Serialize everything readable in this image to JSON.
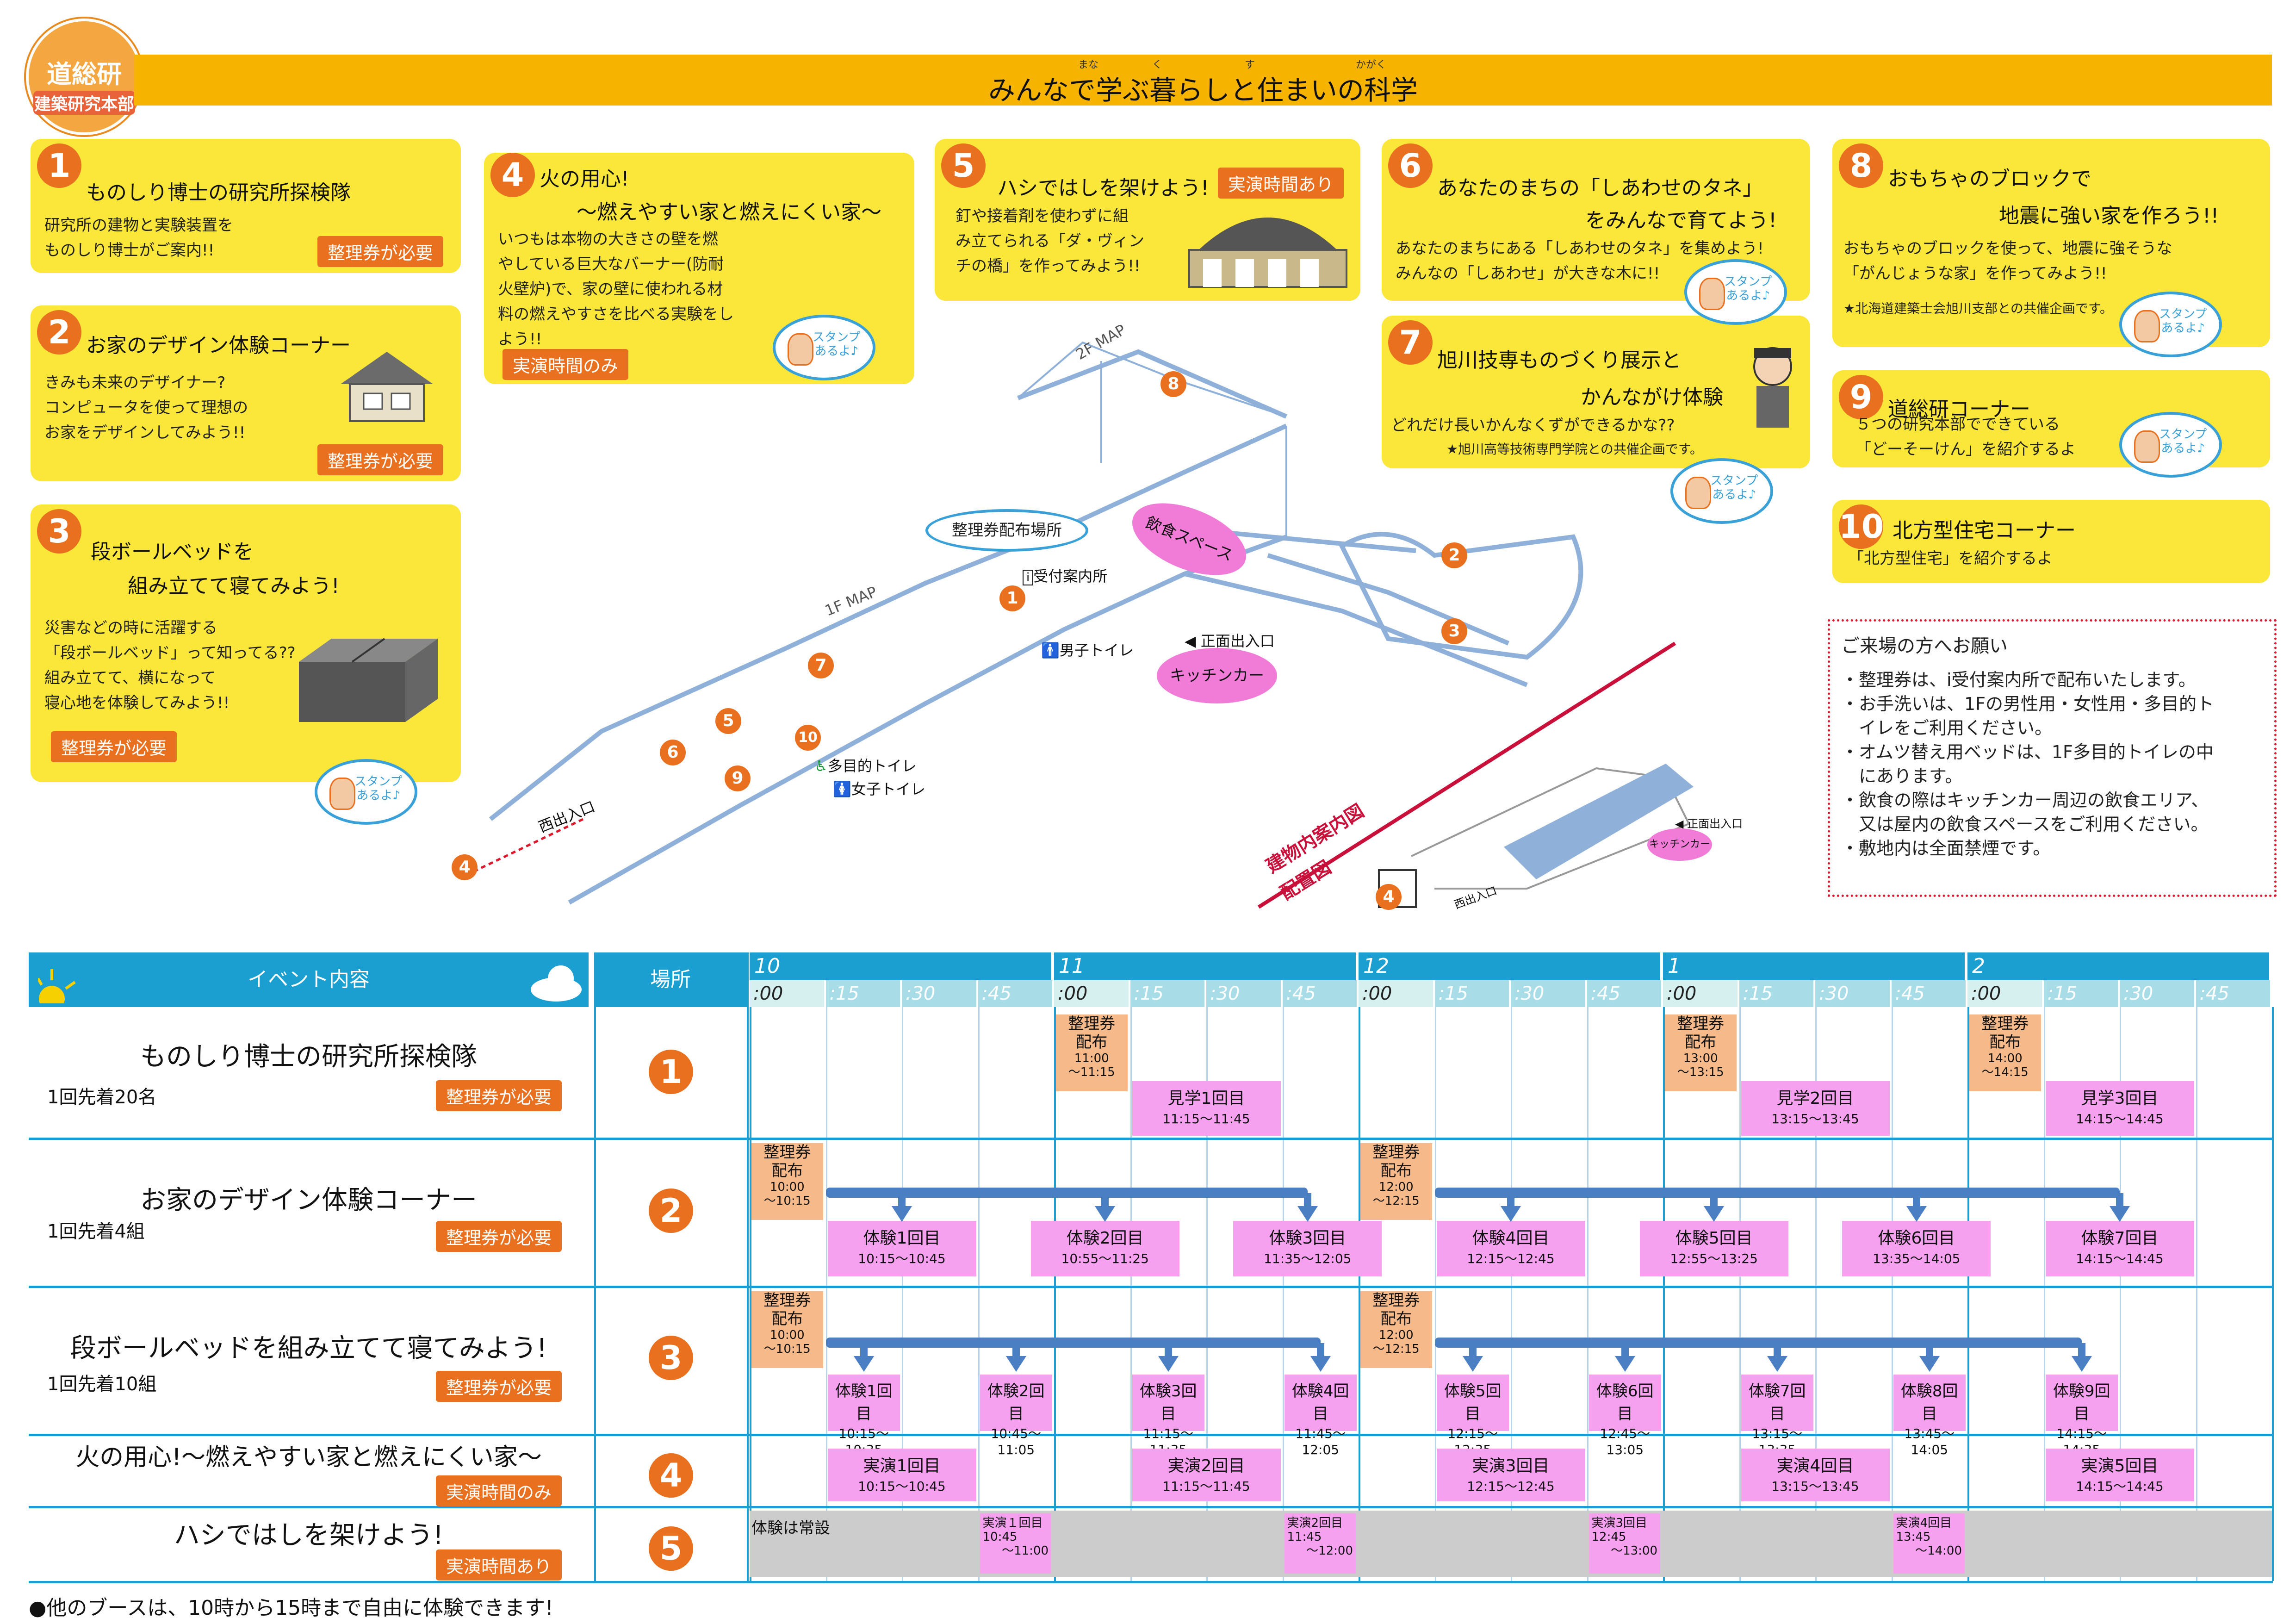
{
  "logo": {
    "main": "道総研",
    "sub": "建築研究本部"
  },
  "header": {
    "title": "みんなで学ぶ暮らしと住まいの科学",
    "ruby": [
      "まな",
      "く",
      "す",
      "かがく"
    ]
  },
  "booths": [
    {
      "n": "1",
      "title": "ものしり博士の研究所探検隊",
      "desc": [
        "研究所の建物と実験装置を",
        "ものしり博士がご案内!!"
      ],
      "tag": "整理券が必要"
    },
    {
      "n": "2",
      "title": "お家のデザイン体験コーナー",
      "desc": [
        "きみも未来のデザイナー?",
        "コンピュータを使って理想の",
        "お家をデザインしてみよう!!"
      ],
      "tag": "整理券が必要"
    },
    {
      "n": "3",
      "title1": "段ボールベッドを",
      "title2": "組み立てて寝てみよう!",
      "desc": [
        "災害などの時に活躍する",
        "「段ボールベッド」って知ってる??",
        "組み立てて、横になって",
        "寝心地を体験してみよう!!"
      ],
      "tag": "整理券が必要"
    },
    {
      "n": "4",
      "title1": "火の用心!",
      "title2": "～燃えやすい家と燃えにくい家～",
      "desc": [
        "いつもは本物の大きさの壁を燃",
        "やしている巨大なバーナー(防耐",
        "火壁炉)で、家の壁に使われる材",
        "料の燃えやすさを比べる実験をし",
        "よう!!"
      ],
      "tag": "実演時間のみ"
    },
    {
      "n": "5",
      "title": "ハシではしを架けよう!",
      "desc": [
        "釘や接着剤を使わずに組",
        "み立てられる「ダ・ヴィン",
        "チの橋」を作ってみよう!!"
      ],
      "tag": "実演時間あり"
    },
    {
      "n": "6",
      "title1": "あなたのまちの「しあわせのタネ」",
      "title2": "をみんなで育てよう!",
      "desc": [
        "あなたのまちにある「しあわせのタネ」を集めよう!",
        "みんなの「しあわせ」が大きな木に!!"
      ]
    },
    {
      "n": "7",
      "title1": "旭川技専ものづくり展示と",
      "title2": "かんながけ体験",
      "desc": [
        "どれだけ長いかんなくずができるかな??"
      ],
      "note": "★旭川高等技術専門学院との共催企画です。"
    },
    {
      "n": "8",
      "title1": "おもちゃのブロックで",
      "title2": "地震に強い家を作ろう!!",
      "desc": [
        "おもちゃのブロックを使って、地震に強そうな",
        "「がんじょうな家」を作ってみよう!!"
      ],
      "note": "★北海道建築士会旭川支部との共催企画です。"
    },
    {
      "n": "9",
      "title": "道総研コーナー",
      "desc": [
        "５つの研究本部でできている",
        "「どーそーけん」を紹介するよ"
      ]
    },
    {
      "n": "10",
      "title": "北方型住宅コーナー",
      "desc": [
        "「北方型住宅」を紹介するよ"
      ]
    }
  ],
  "stamp": {
    "line1": "スタンプ",
    "line2": "あるよ♪"
  },
  "map": {
    "label_1f": "1F MAP",
    "label_2f": "2F MAP",
    "ticket_place": "整理券配布場所",
    "reception": "受付案内所",
    "mens": "男子トイレ",
    "multi": "多目的トイレ",
    "womens": "女子トイレ",
    "front": "正面出入口",
    "west": "西出入口",
    "kitchen": "キッチンカー",
    "eating": "飲食スペース",
    "site_title1": "建物内案内図",
    "site_title2": "配置図",
    "site_front": "正面出入口",
    "site_west": "西出入口",
    "site_kitchen": "キッチンカー",
    "icon_info": "i"
  },
  "notice": {
    "heading": "ご来場の方へお願い",
    "items": [
      "・整理券は、i受付案内所で配布いたします。",
      "・お手洗いは、1Fの男性用・女性用・多目的ト",
      "　イレをご利用ください。",
      "・オムツ替え用ベッドは、1F多目的トイレの中",
      "　にあります。",
      "・飲食の際はキッチンカー周辺の飲食エリア、",
      "　又は屋内の飲食スペースをご利用ください。",
      "・敷地内は全面禁煙です。"
    ]
  },
  "schedule": {
    "col_event": "イベント内容",
    "col_place": "場所",
    "hours": [
      "10",
      "11",
      "12",
      "1",
      "2"
    ],
    "quarters": [
      ":00",
      ":15",
      ":30",
      ":45"
    ],
    "rows": [
      {
        "name": "ものしり博士の研究所探検隊",
        "cap": "1回先着20名",
        "tag": "整理券が必要",
        "place": "1"
      },
      {
        "name": "お家のデザイン体験コーナー",
        "cap": "1回先着4組",
        "tag": "整理券が必要",
        "place": "2"
      },
      {
        "name": "段ボールベッドを組み立てて寝てみよう!",
        "cap": "1回先着10組",
        "tag": "整理券が必要",
        "place": "3"
      },
      {
        "name": "火の用心!～燃えやすい家と燃えにくい家～",
        "tag": "実演時間のみ",
        "place": "4"
      },
      {
        "name": "ハシではしを架けよう!",
        "tag": "実演時間あり",
        "place": "5"
      }
    ],
    "dist_label1": "整理券",
    "dist_label2": "配布",
    "r1_dist": [
      {
        "col": 4,
        "t1": "11:00",
        "t2": "～11:15"
      },
      {
        "col": 12,
        "t1": "13:00",
        "t2": "～13:15"
      },
      {
        "col": 16,
        "t1": "14:00",
        "t2": "～14:15"
      }
    ],
    "r1_events": [
      {
        "col": 5,
        "label": "見学1回目",
        "time": "11:15～11:45"
      },
      {
        "col": 13,
        "label": "見学2回目",
        "time": "13:15～13:45"
      },
      {
        "col": 17,
        "label": "見学3回目",
        "time": "14:15～14:45"
      }
    ],
    "r2_dist": [
      {
        "col": 0,
        "t1": "10:00",
        "t2": "～10:15"
      },
      {
        "col": 8,
        "t1": "12:00",
        "t2": "～12:15"
      }
    ],
    "r2_events": [
      {
        "start": 1.0,
        "label": "体験1回目",
        "time": "10:15～10:45"
      },
      {
        "start": 3.67,
        "label": "体験2回目",
        "time": "10:55～11:25"
      },
      {
        "start": 6.33,
        "label": "体験3回目",
        "time": "11:35～12:05"
      },
      {
        "start": 9.0,
        "label": "体験4回目",
        "time": "12:15～12:45"
      },
      {
        "start": 11.67,
        "label": "体験5回目",
        "time": "12:55～13:25"
      },
      {
        "start": 14.33,
        "label": "体験6回目",
        "time": "13:35～14:05"
      },
      {
        "start": 17.0,
        "label": "体験7回目",
        "time": "14:15～14:45"
      }
    ],
    "r3_dist": [
      {
        "col": 0,
        "t1": "10:00",
        "t2": "～10:15"
      },
      {
        "col": 8,
        "t1": "12:00",
        "t2": "～12:15"
      }
    ],
    "r3_events": [
      {
        "col": 1,
        "label": "体験1回目",
        "time": "10:15～10:35"
      },
      {
        "col": 3,
        "label": "体験2回目",
        "time": "10:45～11:05"
      },
      {
        "col": 5,
        "label": "体験3回目",
        "time": "11:15～11:35"
      },
      {
        "col": 7,
        "label": "体験4回目",
        "time": "11:45～12:05"
      },
      {
        "col": 9,
        "label": "体験5回目",
        "time": "12:15～12:35"
      },
      {
        "col": 11,
        "label": "体験6回目",
        "time": "12:45～13:05"
      },
      {
        "col": 13,
        "label": "体験7回目",
        "time": "13:15～13:35"
      },
      {
        "col": 15,
        "label": "体験8回目",
        "time": "13:45～14:05"
      },
      {
        "col": 17,
        "label": "体験9回目",
        "time": "14:15～14:35"
      }
    ],
    "r4_events": [
      {
        "col": 1,
        "label": "実演1回目",
        "time": "10:15～10:45"
      },
      {
        "col": 5,
        "label": "実演2回目",
        "time": "11:15～11:45"
      },
      {
        "col": 9,
        "label": "実演3回目",
        "time": "12:15～12:45"
      },
      {
        "col": 13,
        "label": "実演4回目",
        "time": "13:15～13:45"
      },
      {
        "col": 17,
        "label": "実演5回目",
        "time": "14:15～14:45"
      }
    ],
    "r5_always": "体験は常設",
    "r5_events": [
      {
        "col": 3,
        "label": "実演１回目",
        "t1": "10:45",
        "t2": "～11:00"
      },
      {
        "col": 7,
        "label": "実演2回目",
        "t1": "11:45",
        "t2": "～12:00"
      },
      {
        "col": 11,
        "label": "実演3回目",
        "t1": "12:45",
        "t2": "～13:00"
      },
      {
        "col": 15,
        "label": "実演4回目",
        "t1": "13:45",
        "t2": "～14:00"
      }
    ]
  },
  "footer": "●他のブースは、10時から15時まで自由に体験できます!",
  "colors": {
    "yellow": "#fbe63a",
    "orange": "#e8701e",
    "blue": "#1a9fd0",
    "pink": "#f6a0f0",
    "arrow": "#4a7fc4"
  }
}
